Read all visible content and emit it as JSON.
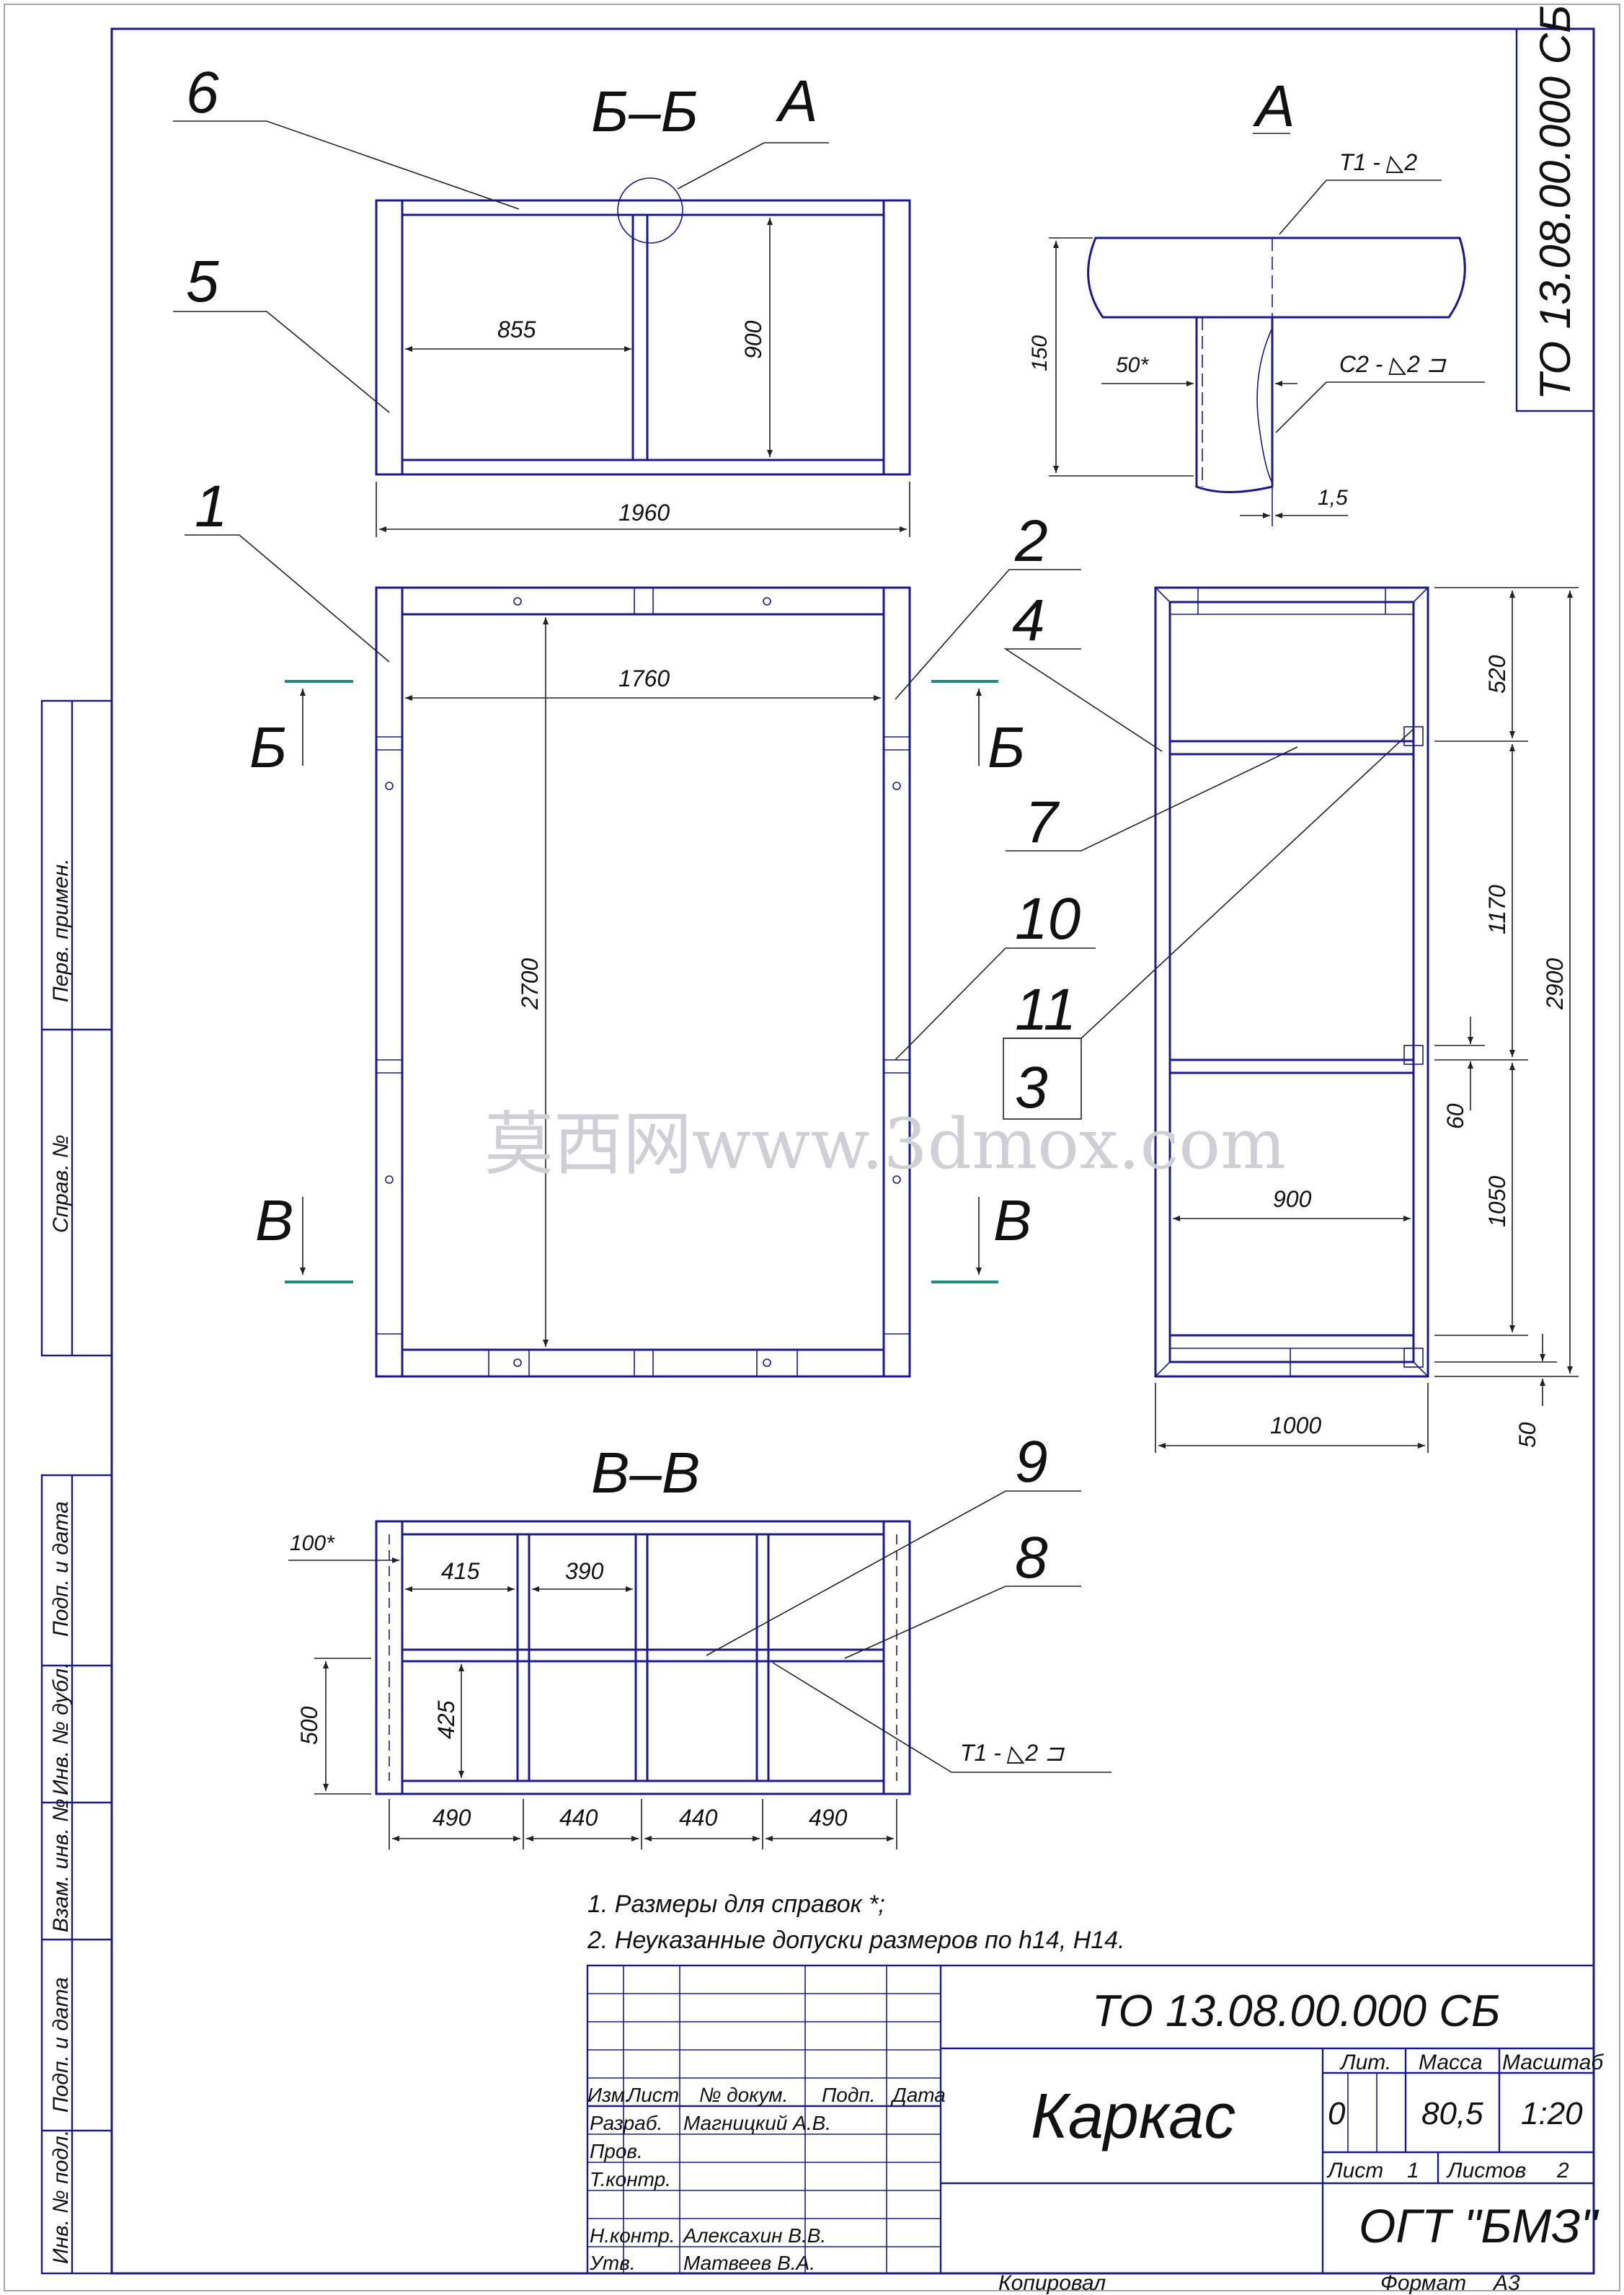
{
  "designation": "ТО 13.08.00.000 СБ",
  "title_block": {
    "name": "Каркас",
    "headers": {
      "izm": "Изм.",
      "list": "Лист",
      "doc": "№ докум.",
      "sign": "Подп.",
      "date": "Дата"
    },
    "roles": [
      {
        "role": "Разраб.",
        "person": "Магницкий А.В."
      },
      {
        "role": "Пров.",
        "person": ""
      },
      {
        "role": "Т.контр.",
        "person": ""
      },
      {
        "role": "Н.контр.",
        "person": "Алексахин В.В."
      },
      {
        "role": "Утв.",
        "person": "Матвеев В.А."
      }
    ],
    "lit_label": "Лит.",
    "lit_value": "0",
    "mass_label": "Масса",
    "mass_value": "80,5",
    "scale_label": "Масштаб",
    "scale_value": "1:20",
    "sheet_label": "Лист",
    "sheet_value": "1",
    "sheets_label": "Листов",
    "sheets_value": "2",
    "org": "ОГТ \"БМЗ\"",
    "copied": "Копировал",
    "format_label": "Формат",
    "format_value": "А3"
  },
  "side_stamp": [
    "Перв. примен.",
    "Справ. №",
    "Подп. и дата",
    "Инв. № дубл.",
    "Взам. инв. №",
    "Подп. и дата",
    "Инв. № подл."
  ],
  "notes": [
    "1. Размеры для справок *;",
    "2. Неуказанные допуски размеров по h14, H14."
  ],
  "views": {
    "bb": {
      "label": "Б–Б",
      "dims": {
        "width": "1960",
        "inner": "855",
        "depth": "900"
      },
      "callouts": {
        "p6": "6",
        "p5": "5",
        "detail": "А"
      }
    },
    "main": {
      "dims": {
        "inner_width": "1760",
        "inner_height": "2700"
      },
      "callouts": {
        "p1": "1",
        "p2": "2",
        "p10": "10",
        "p11": "11",
        "p3": "3"
      },
      "section_b": "Б",
      "section_v": "В"
    },
    "side": {
      "dims": {
        "d520": "520",
        "d1170": "1170",
        "d2900": "2900",
        "d60": "60",
        "d1050": "1050",
        "d50": "50",
        "d900": "900",
        "d1000": "1000"
      },
      "callouts": {
        "p4": "4",
        "p7": "7"
      }
    },
    "vv": {
      "label": "В–В",
      "dims": {
        "d100": "100*",
        "d415": "415",
        "d390": "390",
        "d500": "500",
        "d425": "425",
        "b490a": "490",
        "b440a": "440",
        "b440b": "440",
        "b490b": "490"
      },
      "callouts": {
        "p9": "9",
        "p8": "8"
      },
      "weld": "Т1 - ◺2 ⊐"
    },
    "detail_a": {
      "label": "А",
      "dims": {
        "d150": "150",
        "d50": "50*",
        "d15": "1,5"
      },
      "welds": {
        "t1": "Т1 - ◺2",
        "c2": "С2 - ◺2 ⊐"
      }
    }
  },
  "watermark": "莫西网www.3dmox.com"
}
